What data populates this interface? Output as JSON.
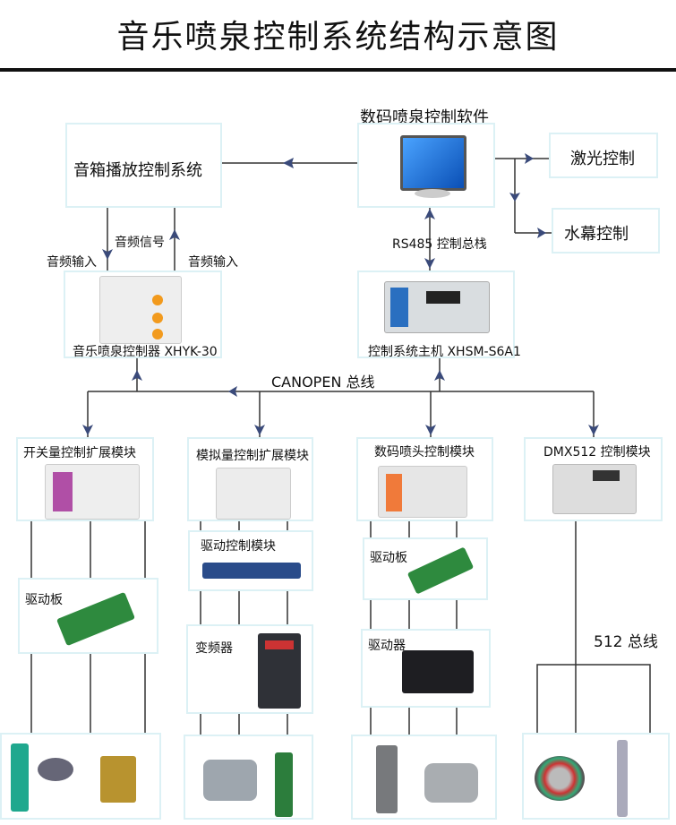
{
  "title": "音乐喷泉控制系统结构示意图",
  "top": {
    "speaker_system": "音箱播放控制系统",
    "software": "数码喷泉控制软件",
    "laser": "激光控制",
    "water_curtain": "水幕控制"
  },
  "signals": {
    "audio_signal": "音频信号",
    "audio_in_left": "音频输入",
    "audio_in_right": "音频输入",
    "rs485": "RS485 控制总栈"
  },
  "controllers": {
    "music": "音乐喷泉控制器 XHYK-30",
    "host": "控制系统主机 XHSM-S6A1"
  },
  "bus": {
    "canopen": "CANOPEN 总线",
    "dmx_bus": "512 总线"
  },
  "modules": [
    "开关量控制扩展模块",
    "模拟量控制扩展模块",
    "数码喷头控制模块",
    "DMX512 控制模块"
  ],
  "drivers": {
    "driver_board_1": "驱动板",
    "drive_control_module": "驱动控制模块",
    "inverter": "变频器",
    "driver_board_3": "驱动板",
    "driver": "驱动器"
  },
  "colors": {
    "box_border": "#dcf1f5",
    "arrow": "#3a4a7a",
    "line": "#333333"
  }
}
